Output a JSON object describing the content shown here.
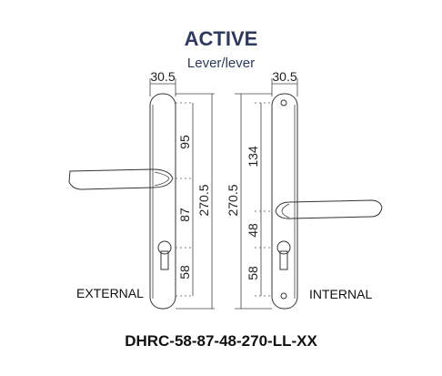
{
  "header": {
    "title": "ACTIVE",
    "subtitle": "Lever/lever"
  },
  "external": {
    "label": "EXTERNAL",
    "width_dim": "30.5",
    "total_dim": "270.5",
    "dims": [
      "95",
      "87",
      "58"
    ]
  },
  "internal": {
    "label": "INTERNAL",
    "width_dim": "30.5",
    "total_dim": "270.5",
    "dims": [
      "134",
      "48",
      "58"
    ]
  },
  "product_code": "DHRC-58-87-48-270-LL-XX"
}
